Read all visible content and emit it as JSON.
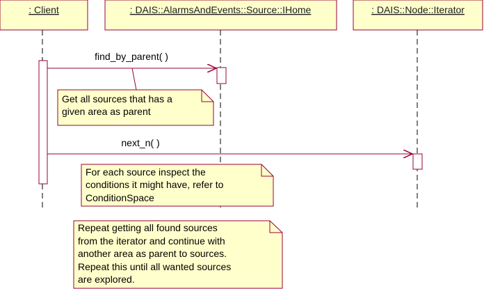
{
  "colors": {
    "object_fill": "#ffffcc",
    "border": "#990033",
    "lifeline": "#000000",
    "note_fill": "#ffffcc",
    "text": "#000000"
  },
  "objects": [
    {
      "label": " : Client"
    },
    {
      "label": " : DAIS::AlarmsAndEvents::Source::IHome"
    },
    {
      "label": " : DAIS::Node::Iterator"
    }
  ],
  "messages": [
    {
      "label": "find_by_parent( )"
    },
    {
      "label": "next_n( )"
    }
  ],
  "notes": [
    {
      "lines": [
        "Get all sources that has a",
        "given area as parent"
      ]
    },
    {
      "lines": [
        "For each source inspect the",
        "conditions it might have, refer to",
        "ConditionSpace"
      ]
    },
    {
      "lines": [
        "Repeat getting all found sources",
        "from the iterator and continue with",
        "another area as parent to sources.",
        "Repeat this until all wanted sources",
        "are explored."
      ]
    }
  ]
}
